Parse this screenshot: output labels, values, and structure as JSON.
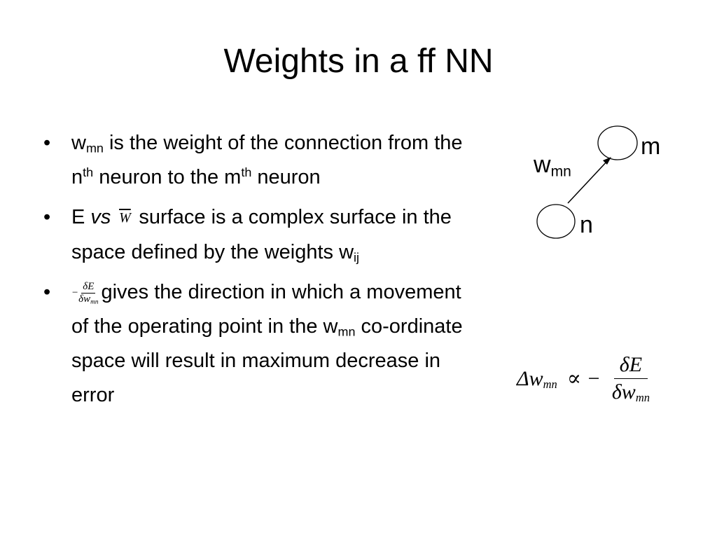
{
  "slide": {
    "title": "Weights in a ff NN",
    "bullet_char": "•",
    "bullet1": {
      "w": "w",
      "w_sub": "mn",
      "t1": " is the weight of the connection from the n",
      "sup1": "th",
      "t2": " neuron to the m",
      "sup2": "th",
      "t3": " neuron"
    },
    "bullet2": {
      "t1": "E ",
      "vs": "vs",
      "w_vec": "W",
      "t2": "surface is a complex surface in the space defined by the weights w",
      "sub": "ij"
    },
    "bullet3": {
      "minus": "−",
      "num": "δE",
      "den_w": "δw",
      "den_sub": "mn",
      "t1": "gives the direction in which a movement of the operating point in the w",
      "sub": "mn",
      "t2": " co-ordinate space will result in maximum decrease in error"
    }
  },
  "diagram": {
    "label_m": "m",
    "label_n": "n",
    "weight_label": "w",
    "weight_sub": "mn"
  },
  "formula": {
    "lhs": "Δw",
    "lhs_sub": "mn",
    "relation": "∝ −",
    "num": "δE",
    "den": "δw",
    "den_sub": "mn"
  }
}
